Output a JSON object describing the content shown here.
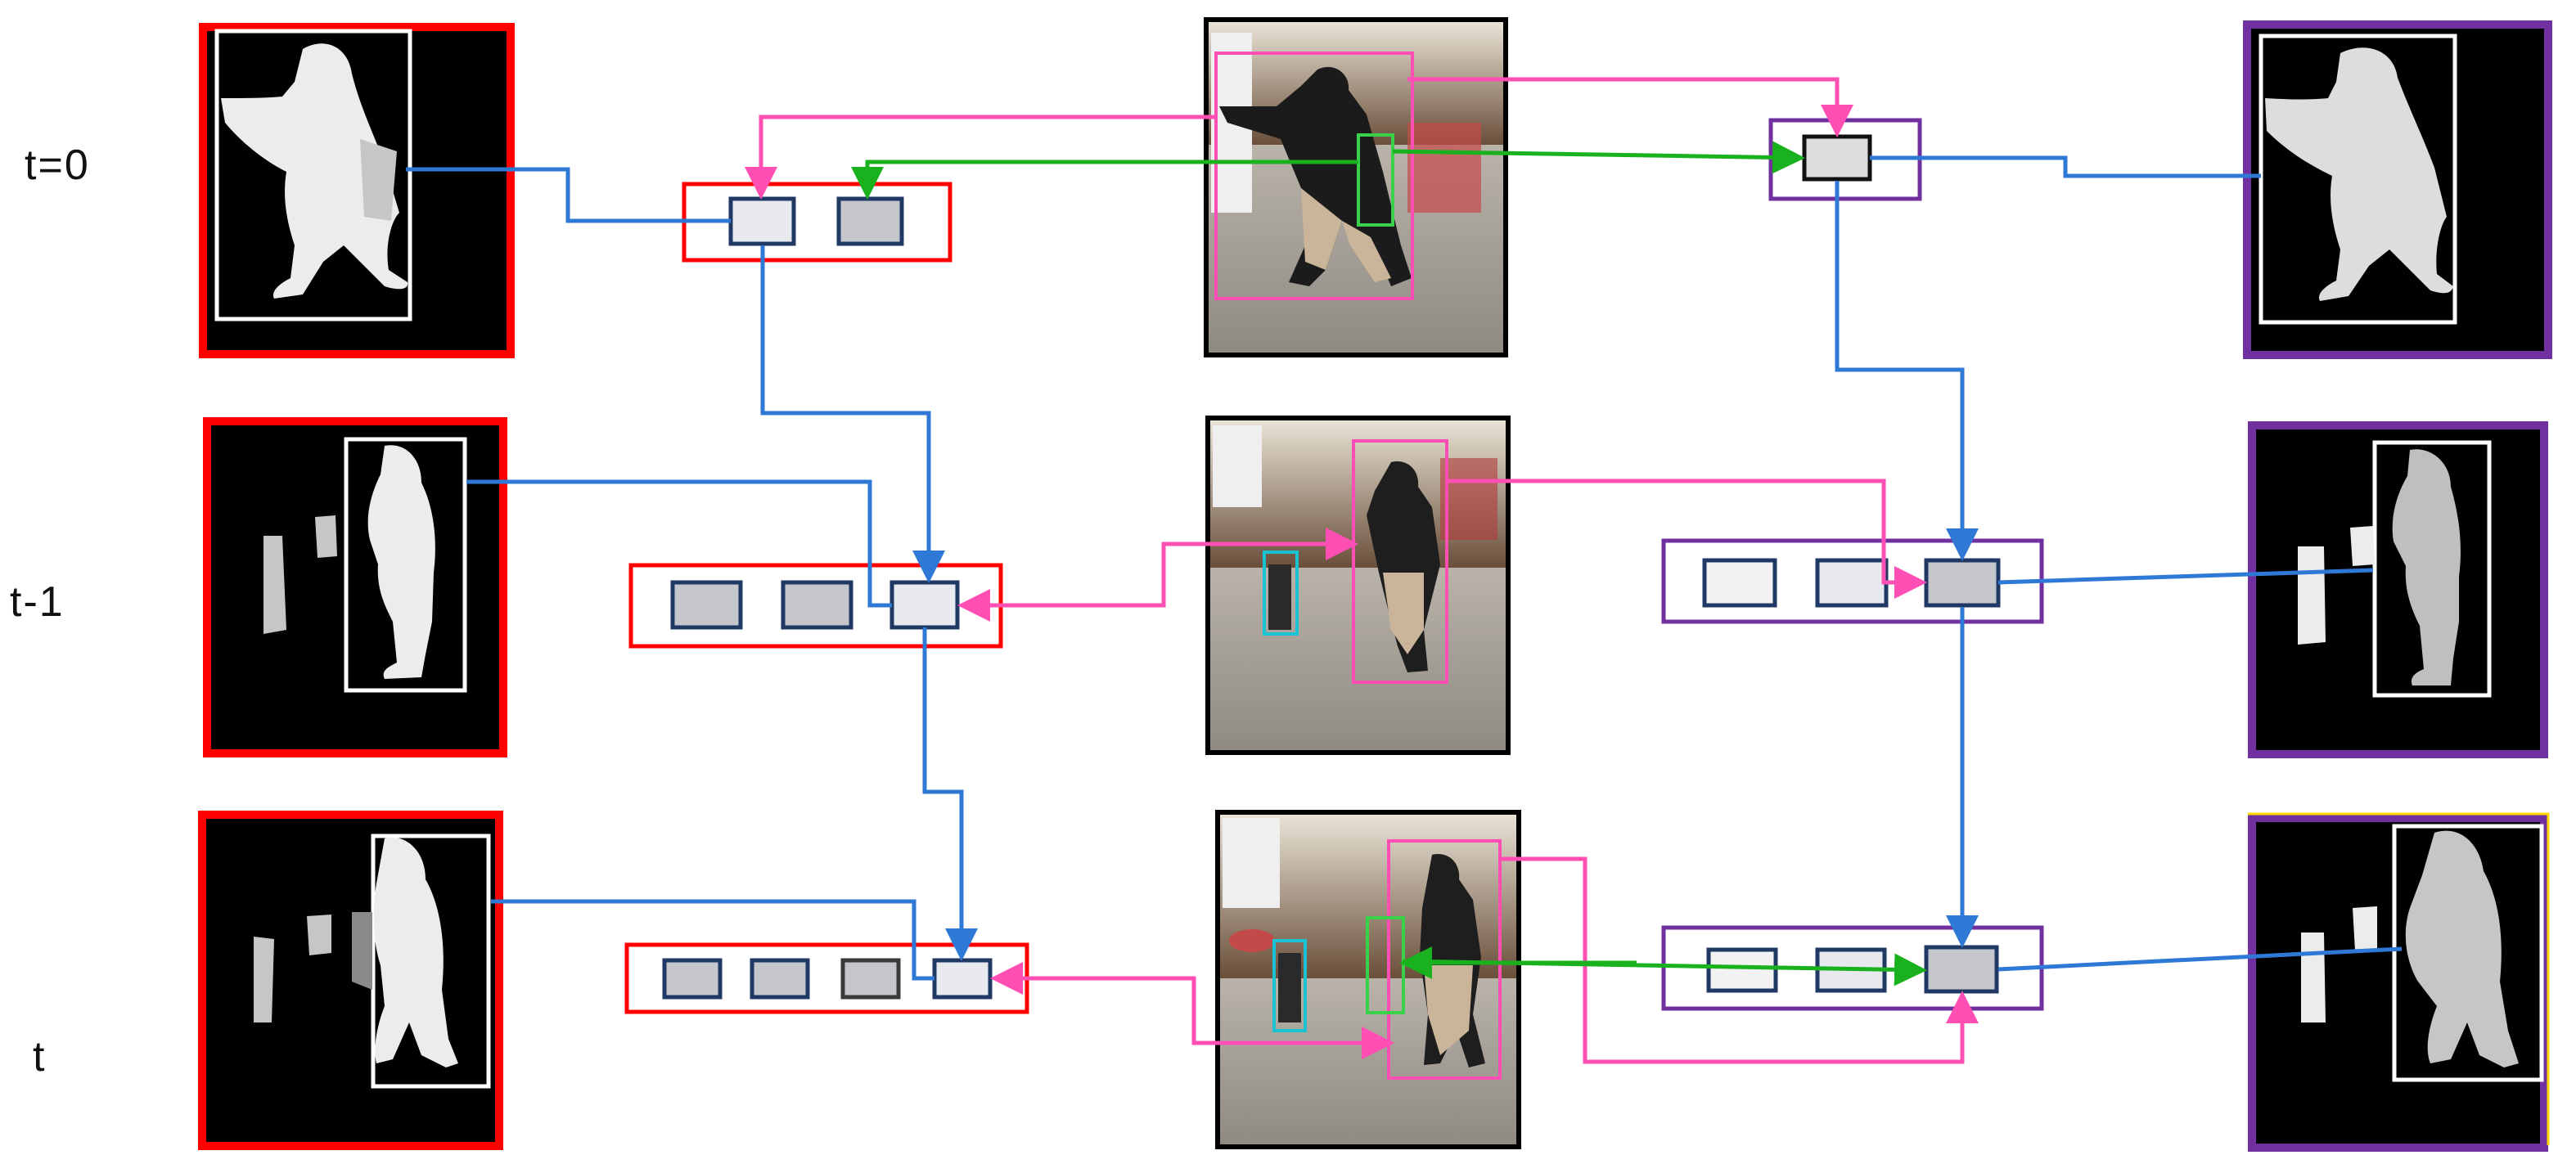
{
  "row_labels": [
    "t=0",
    "t-1",
    "t"
  ],
  "colors": {
    "mask_frame_left": "#ff0000",
    "mask_frame_right": "#7030a0",
    "box_frame_right_extra": "#ffd700",
    "link_blue": "#2f79d6",
    "link_pink": "#ff4fb4",
    "link_green": "#19b21e",
    "cell_border": "#1f3864",
    "cell_light": "#e7e9ee",
    "cell_mid": "#c4c6cc",
    "cell_dark": "#3a3a3a",
    "silhouette_bright": "#ececec",
    "silhouette_dim": "#c6c6c6",
    "bbox_white": "#ffffff",
    "bbox_pink": "#ff4fb4",
    "bbox_green": "#39d04a",
    "bbox_cyan": "#19c3d4"
  },
  "icons": {
    "mask_thumbnails": "person-silhouette-mask",
    "video_frames": "camera-frame-photo",
    "arrow_heads": "arrow-head"
  }
}
